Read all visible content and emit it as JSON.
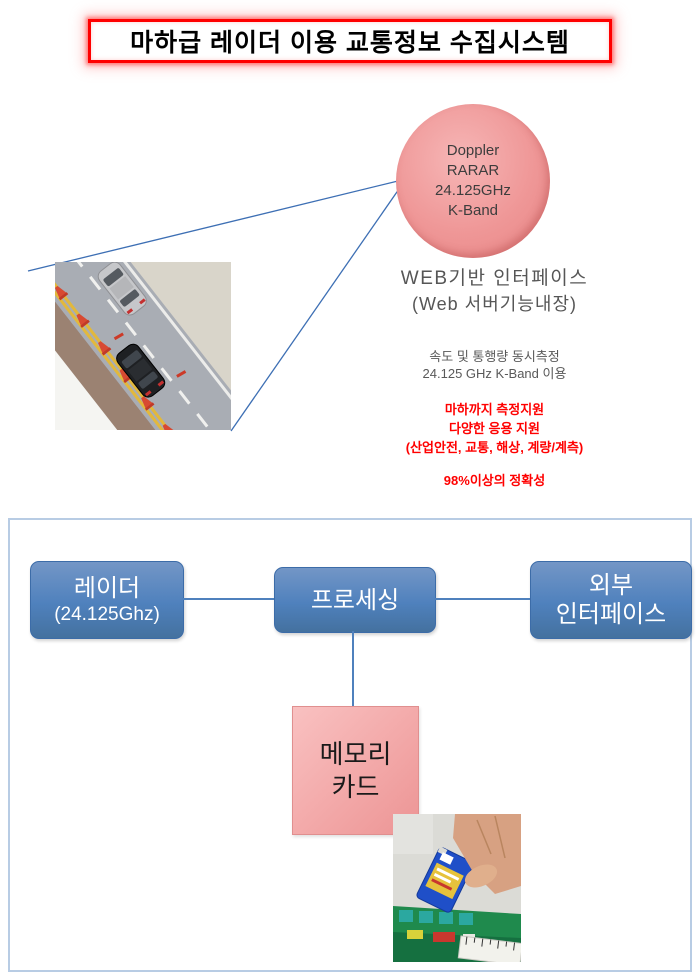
{
  "title": "마하급 레이더 이용 교통정보 수집시스템",
  "radar_circle": {
    "line1": "Doppler",
    "line2": "RARAR",
    "line3": "24.125GHz",
    "line4": "K-Band"
  },
  "info": {
    "web1": "WEB기반 인터페이스",
    "web2": "(Web 서버기능내장)",
    "measure1": "속도 및 통행량 동시측정",
    "measure2": "24.125 GHz K-Band 이용",
    "feature1": "마하까지 측정지원",
    "feature2": "다양한 응용 지원",
    "feature3": "(산업안전, 교통, 해상, 계량/계측)",
    "accuracy": "98%이상의 정확성"
  },
  "diagram": {
    "radar": {
      "line1": "레이더",
      "line2": "(24.125Ghz)"
    },
    "processing": "프로세싱",
    "external": {
      "line1": "외부",
      "line2": "인터페이스"
    },
    "memory": {
      "line1": "메모리",
      "line2": "카드"
    }
  },
  "colors": {
    "title_border": "#ff0000",
    "circle_fill": "#ef9797",
    "blue_box": "#4f81bd",
    "pink_box": "#f2a6a6",
    "red_text": "#ff0000",
    "gray_text": "#595959",
    "connector": "#4f81bd",
    "outer_border": "#b8cce4"
  }
}
